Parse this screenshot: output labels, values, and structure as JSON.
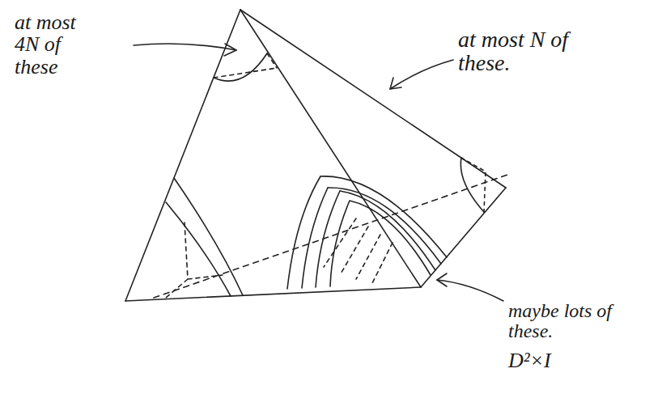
{
  "diagram": {
    "labels": [
      "at most 4N of these",
      "at most N of these.",
      "maybe lots of these.",
      "D²×I"
    ]
  }
}
